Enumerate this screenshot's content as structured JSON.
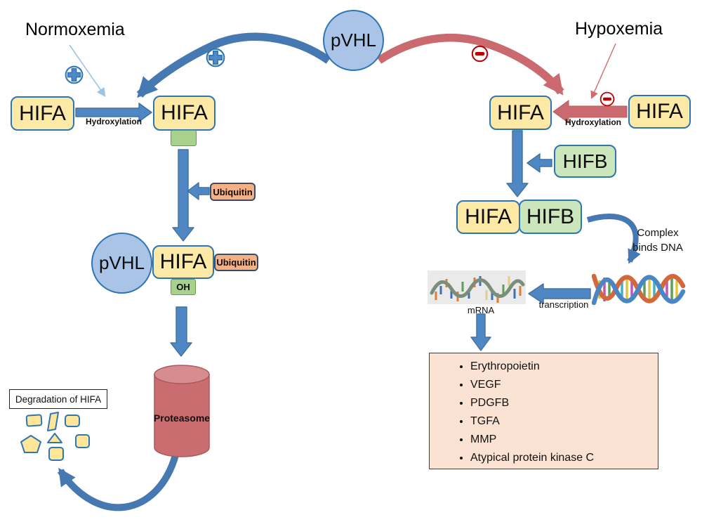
{
  "titles": {
    "left": "Normoxemia",
    "right": "Hypoxemia"
  },
  "nodes": {
    "pvhl": "pVHL",
    "hifa": "HIFA",
    "hifb": "HIFB",
    "ubiquitin": "Ubiquitin",
    "oh": "OH",
    "proteasome": "Proteasome"
  },
  "labels": {
    "hydroxylation": "Hydroxylation",
    "complex_binds_dna_line1": "Complex",
    "complex_binds_dna_line2": "binds DNA",
    "transcription": "transcription",
    "mrna": "mRNA",
    "degradation": "Degradation of HIFA"
  },
  "gene_list": [
    "Erythropoietin",
    "VEGF",
    "PDGFB",
    "TGFA",
    "MMP",
    "Atypical protein kinase C"
  ],
  "icons": {
    "plus": "plus-in-circle",
    "minus": "minus-in-circle"
  },
  "colors": {
    "box_yellow": "#FCE9A6",
    "box_green": "#CBE6BA",
    "tag_green": "#A9D18E",
    "ubiquitin_orange": "#F5B183",
    "circle_blue": "#A9C4E6",
    "border_blue": "#2E75B6",
    "arrow_blue": "#4678B2",
    "arrow_red": "#CB6A6E",
    "minus_red": "#C00000",
    "gene_box_bg": "#FAE3D3",
    "proteasome_red": "#C96D70"
  }
}
